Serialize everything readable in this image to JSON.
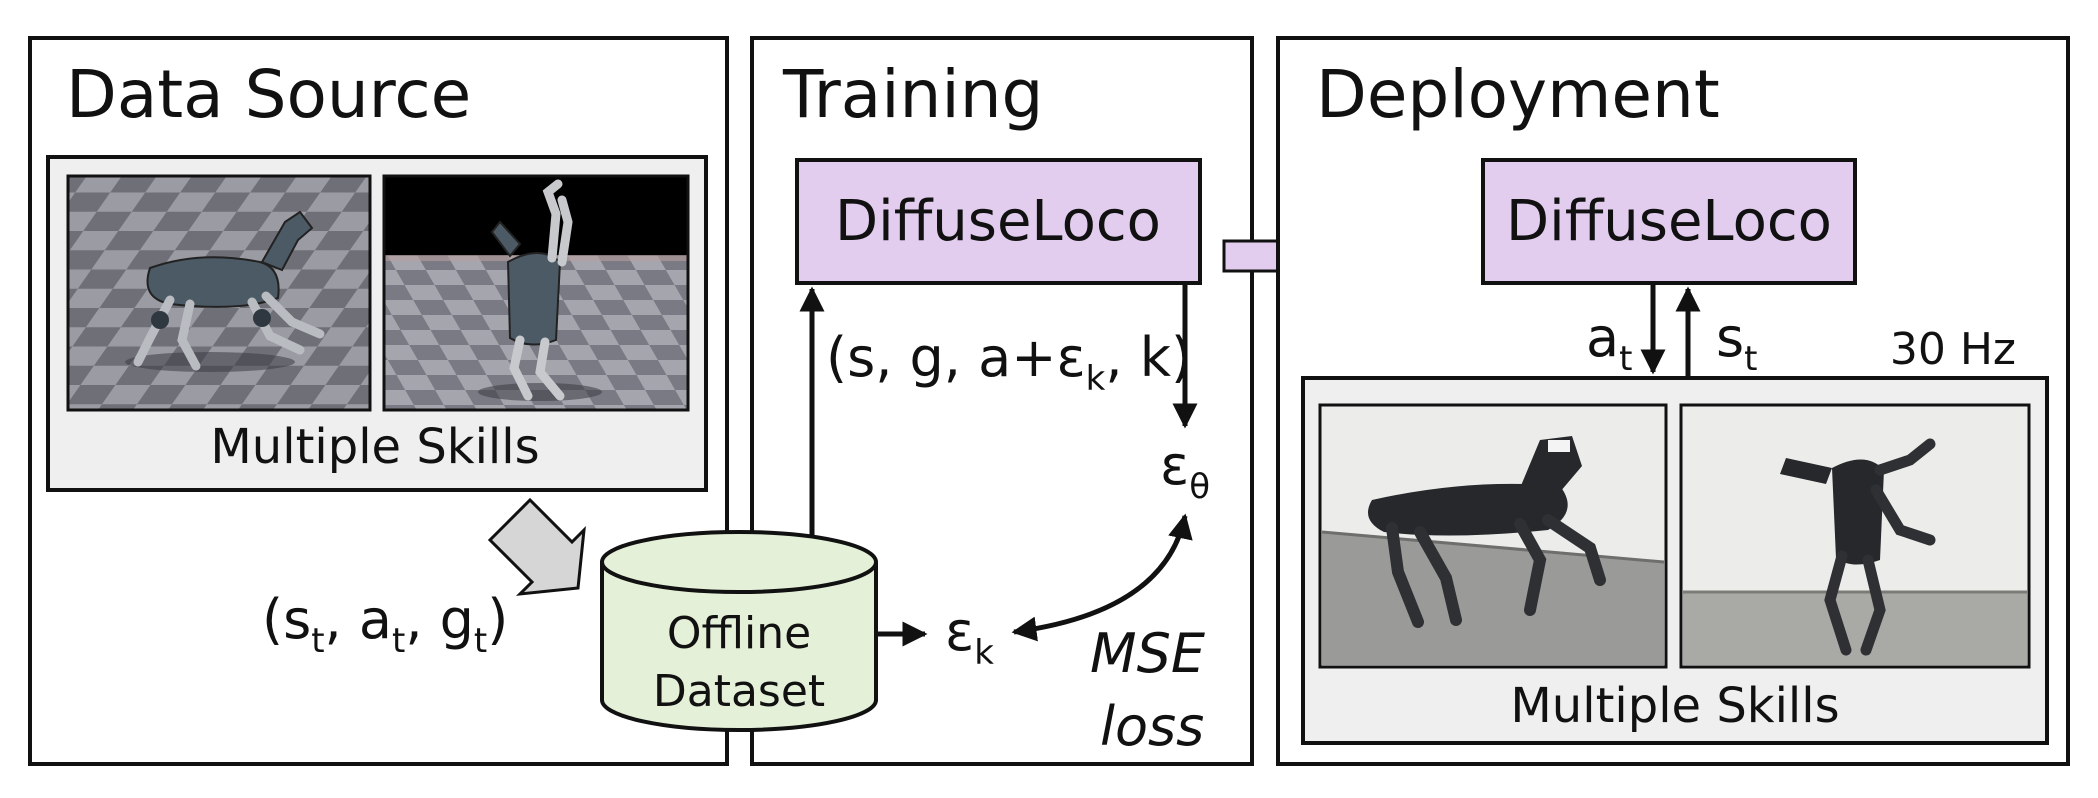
{
  "panels": {
    "data_source": {
      "title": "Data Source",
      "caption": "Multiple Skills",
      "tuple": [
        "(s",
        "t",
        ", a",
        "t",
        ", g",
        "t",
        ")"
      ]
    },
    "training": {
      "title": "Training",
      "model_label": "DiffuseLoco",
      "input_tuple": [
        "(s, g, a+ε",
        "k",
        ", k)"
      ],
      "eps_theta": [
        "ε",
        "θ"
      ],
      "eps_k": [
        "ε",
        "k"
      ],
      "loss": [
        "MSE",
        "loss"
      ],
      "dataset": [
        "Offline",
        "Dataset"
      ]
    },
    "deployment": {
      "title": "Deployment",
      "model_label": "DiffuseLoco",
      "action": [
        "a",
        "t"
      ],
      "state": [
        "s",
        "t"
      ],
      "frequency": "30 Hz",
      "caption": "Multiple Skills"
    }
  },
  "colors": {
    "model_box": "#e3cdee",
    "dataset": "#e4f0d8",
    "skills_panel": "#efefef",
    "sim_sky": "#000000",
    "sim_floor_dark": "#6f6f78",
    "sim_floor_light": "#9b9ba4",
    "real_wall": "#ececea",
    "real_floor": "#9a9a98"
  },
  "icons": [
    "sim-robot-icon",
    "real-robot-icon",
    "flow-arrow-icon"
  ]
}
